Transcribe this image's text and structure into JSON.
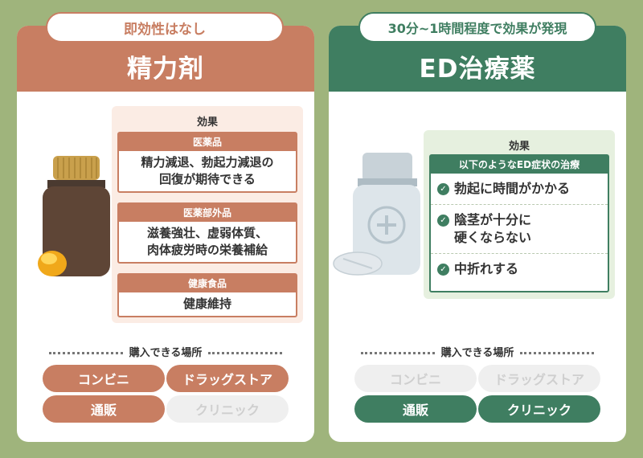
{
  "left": {
    "tag": "即効性はなし",
    "title": "精力剤",
    "effects_title": "効果",
    "sections": [
      {
        "caption": "医薬品",
        "lines": [
          "精力減退、勃起力減退の",
          "回復が期待できる"
        ]
      },
      {
        "caption": "医薬部外品",
        "lines": [
          "滋養強壮、虚弱体質、",
          "肉体疲労時の栄養補給"
        ]
      },
      {
        "caption": "健康食品",
        "lines": [
          "健康維持"
        ]
      }
    ],
    "where_title": "購入できる場所",
    "buttons": [
      {
        "label": "コンビニ",
        "available": true
      },
      {
        "label": "ドラッグストア",
        "available": true
      },
      {
        "label": "通販",
        "available": true
      },
      {
        "label": "クリニック",
        "available": false
      }
    ]
  },
  "right": {
    "tag": "30分~1時間程度で効果が発現",
    "title": "ED治療薬",
    "effects_title": "効果",
    "box_caption": "以下のようなED症状の治療",
    "items": [
      {
        "lines": [
          "勃起に時間がかかる"
        ]
      },
      {
        "lines": [
          "陰茎が十分に",
          "硬くならない"
        ]
      },
      {
        "lines": [
          "中折れする"
        ]
      }
    ],
    "where_title": "購入できる場所",
    "buttons": [
      {
        "label": "コンビニ",
        "available": false
      },
      {
        "label": "ドラッグストア",
        "available": false
      },
      {
        "label": "通販",
        "available": true
      },
      {
        "label": "クリニック",
        "available": true
      }
    ]
  },
  "colors": {
    "background": "#9fb47c",
    "left_accent": "#c87e62",
    "right_accent": "#3f7e61"
  }
}
